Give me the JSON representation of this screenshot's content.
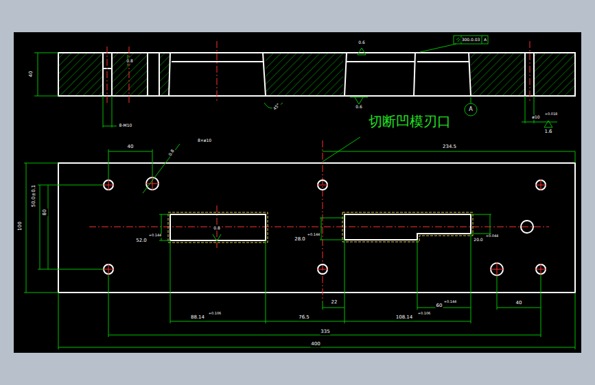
{
  "diagram": {
    "title": "切断凹模刃口",
    "labels": [
      "40",
      "0.8",
      "0.6",
      "300.0.03",
      "A",
      "0.6",
      "45°",
      "A",
      "8-M10",
      "ø10",
      "+0.018",
      "1.6",
      "40",
      "0.8",
      "8×ø10",
      "234.5",
      "100",
      "50.0±0.1",
      "80",
      "0.8",
      "52.0",
      "+0.144",
      "28.0",
      "+0.144",
      "20.0",
      "+0.044",
      "88.14",
      "+0.106",
      "76.5",
      "22",
      "108.14",
      "+0.106",
      "60",
      "+0.144",
      "40",
      "335",
      "400"
    ]
  }
}
